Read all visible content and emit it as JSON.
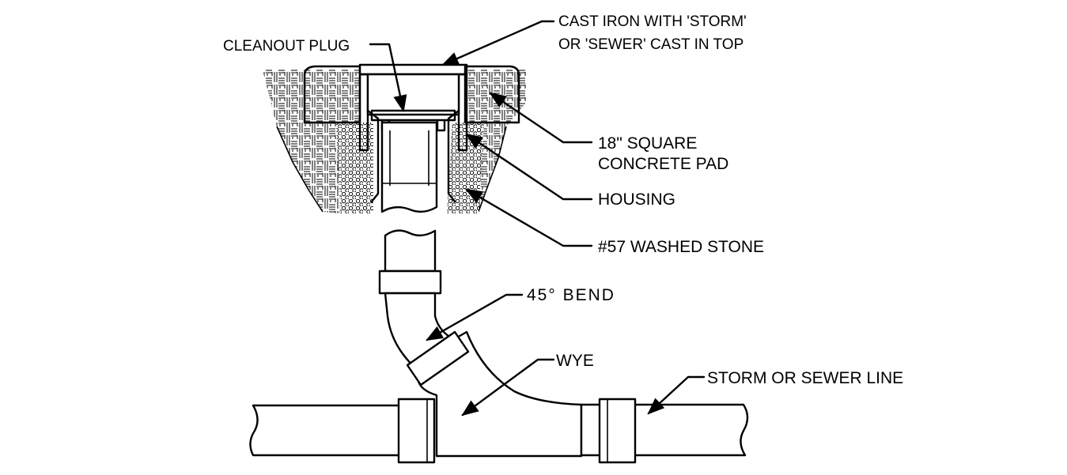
{
  "callouts": {
    "cast_iron_line1": "CAST IRON WITH  'STORM'",
    "cast_iron_line2": "OR 'SEWER' CAST IN TOP",
    "cleanout_plug": "CLEANOUT PLUG",
    "concrete_pad_line1": "18\" SQUARE",
    "concrete_pad_line2": "CONCRETE PAD",
    "housing": "HOUSING",
    "washed_stone": "#57 WASHED STONE",
    "bend": "45° BEND",
    "wye": "WYE",
    "line": "STORM OR SEWER LINE"
  },
  "colors": {
    "ink": "#000000",
    "paper": "#ffffff"
  }
}
